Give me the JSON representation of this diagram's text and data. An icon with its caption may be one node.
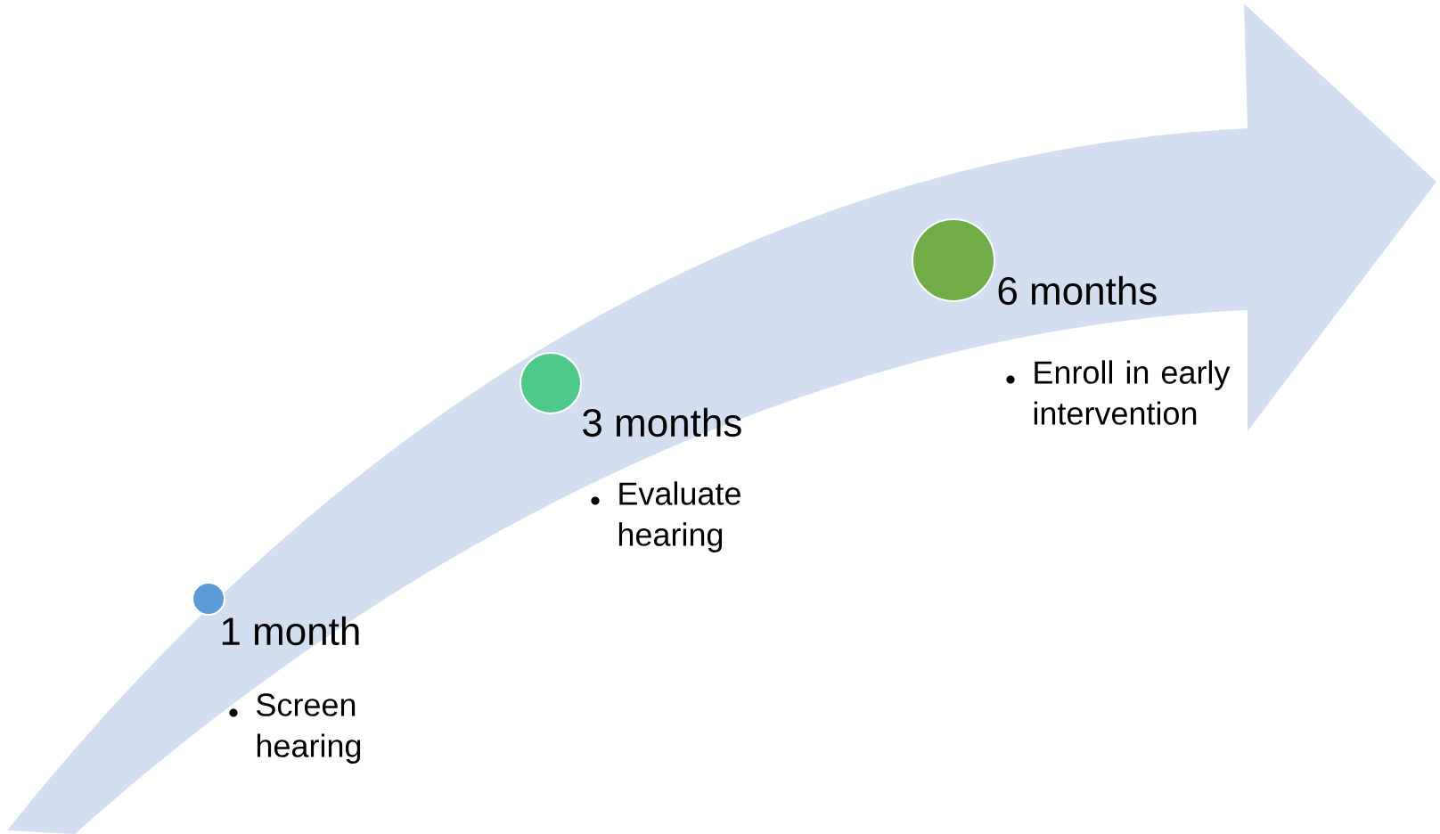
{
  "diagram": {
    "nodes": [
      {
        "text": [],
        "shape": "circle",
        "beside": [
          "1 month",
          "Screen hearing"
        ]
      },
      {
        "text": [],
        "shape": "circle",
        "beside": [
          "3 months",
          "Evaluate hearing"
        ]
      },
      {
        "text": [],
        "shape": "circle",
        "beside": [
          "6 months",
          "Enroll in early intervention"
        ]
      }
    ]
  }
}
